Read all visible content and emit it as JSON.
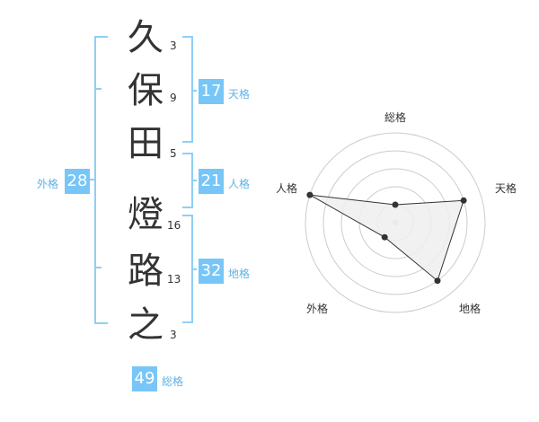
{
  "colors": {
    "accent": "#77c6f7",
    "bracket": "#8fcff6",
    "text": "#333333",
    "grid": "#cccccc",
    "radar_fill": "#efefef"
  },
  "name": {
    "characters": [
      {
        "char": "久",
        "strokes": "3"
      },
      {
        "char": "保",
        "strokes": "9"
      },
      {
        "char": "田",
        "strokes": "5"
      },
      {
        "char": "燈",
        "strokes": "16"
      },
      {
        "char": "路",
        "strokes": "13"
      },
      {
        "char": "之",
        "strokes": "3"
      }
    ]
  },
  "grades": {
    "tenkaku": {
      "value": "17",
      "label": "天格"
    },
    "jinkaku": {
      "value": "21",
      "label": "人格"
    },
    "chikaku": {
      "value": "32",
      "label": "地格"
    },
    "gaikaku": {
      "value": "28",
      "label": "外格"
    },
    "soukaku": {
      "value": "49",
      "label": "総格"
    }
  },
  "chart_data": {
    "type": "radar",
    "axes": [
      "総格",
      "天格",
      "地格",
      "外格",
      "人格"
    ],
    "values": [
      1,
      4,
      4,
      1,
      5
    ],
    "max": 5,
    "rings": 5
  }
}
